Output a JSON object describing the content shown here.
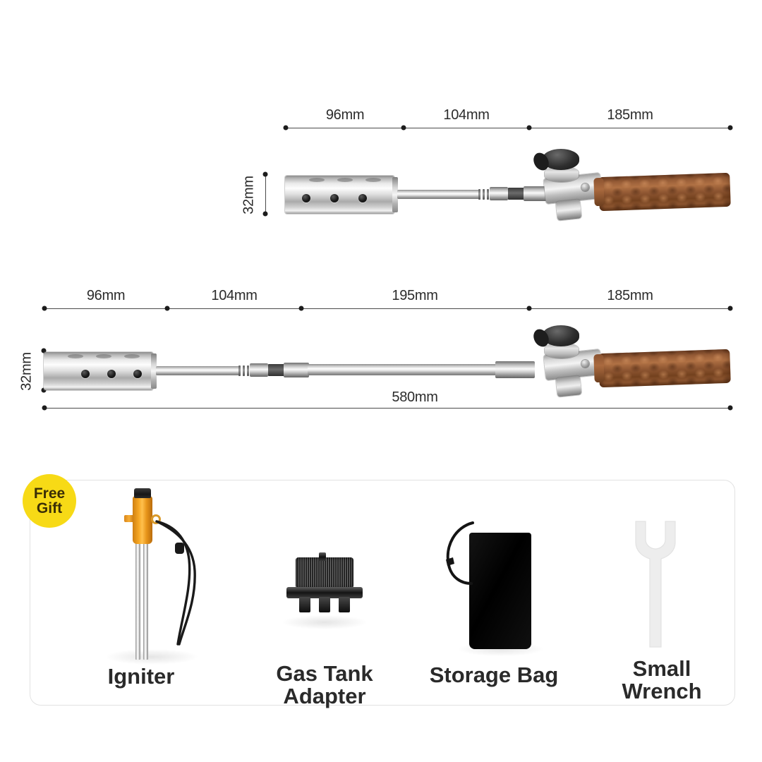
{
  "page": {
    "background_color": "#ffffff",
    "type": "product-dimensions-infographic"
  },
  "diagram_top": {
    "name": "collapsed-torch-dimensions",
    "segments": [
      {
        "label": "96mm",
        "value_mm": 96
      },
      {
        "label": "104mm",
        "value_mm": 104
      },
      {
        "label": "185mm",
        "value_mm": 185
      }
    ],
    "height_label": "32mm",
    "height_value_mm": 32
  },
  "diagram_bottom": {
    "name": "extended-torch-dimensions",
    "segments": [
      {
        "label": "96mm",
        "value_mm": 96
      },
      {
        "label": "104mm",
        "value_mm": 104
      },
      {
        "label": "195mm",
        "value_mm": 195
      },
      {
        "label": "185mm",
        "value_mm": 185
      }
    ],
    "height_label": "32mm",
    "height_value_mm": 32,
    "total_label": "580mm",
    "total_value_mm": 580
  },
  "gift_panel": {
    "badge": {
      "line1": "Free",
      "line2": "Gift",
      "color": "#f7da16",
      "text_color": "#3a2e06"
    },
    "items": [
      {
        "name": "igniter",
        "label_line1": "Igniter",
        "label_line2": ""
      },
      {
        "name": "gas-tank-adapter",
        "label_line1": "Gas Tank",
        "label_line2": "Adapter"
      },
      {
        "name": "storage-bag",
        "label_line1": "Storage Bag",
        "label_line2": ""
      },
      {
        "name": "small-wrench",
        "label_line1": "Small",
        "label_line2": "Wrench"
      }
    ]
  },
  "colors": {
    "dimension_line": "#4a4a4a",
    "dimension_text": "#2b2b2b",
    "panel_border": "#e2e2e2",
    "wood_handle": "#8d5531",
    "chrome": "#d9d9d9",
    "igniter_orange": "#f5a623",
    "label_text": "#2a2a2a"
  }
}
